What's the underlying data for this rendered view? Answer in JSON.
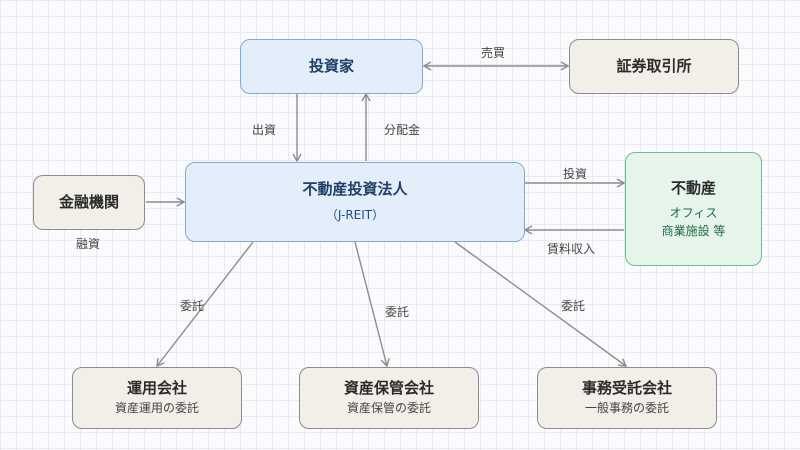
{
  "nodes": {
    "investor": {
      "title": "投資家"
    },
    "exchange": {
      "title": "証券取引所"
    },
    "bank": {
      "title": "金融機関"
    },
    "reit": {
      "title": "不動産投資法人",
      "sub": "（J-REIT）"
    },
    "realestate": {
      "title": "不動産",
      "sub1": "オフィス",
      "sub2": "商業施設 等"
    },
    "asset_manager": {
      "title": "運用会社",
      "sub": "資産運用の委託"
    },
    "custodian": {
      "title": "資産保管会社",
      "sub": "資産保管の委託"
    },
    "admin_agent": {
      "title": "事務受託会社",
      "sub": "一般事務の委託"
    }
  },
  "labels": {
    "trade": "売買",
    "investment": "出資",
    "distribution": "分配金",
    "financing": "融資",
    "invest_property": "投資",
    "rent_income": "賃料収入",
    "outsource_1": "委託",
    "outsource_2": "委託",
    "outsource_3": "委託"
  },
  "colors": {
    "line": "#8c8c8c",
    "blue_fill": "#e3eefa",
    "green_fill": "#e6f4ec",
    "neutral_fill": "#f2efe9"
  }
}
